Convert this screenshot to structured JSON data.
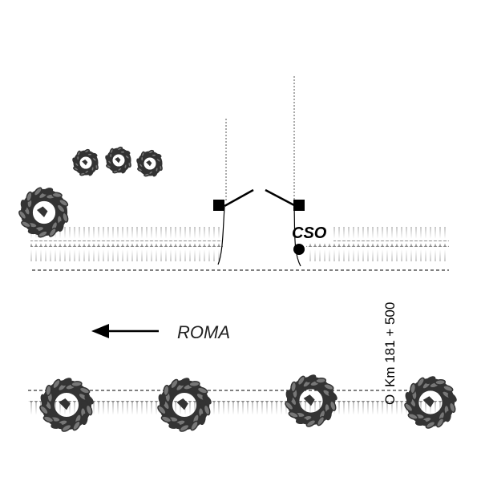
{
  "labels": {
    "cso": "CSO",
    "direction": "ROMA",
    "milestone_marker": "O",
    "milestone": "Km 181 + 500"
  },
  "colors": {
    "ink": "#000000",
    "hedge": "#8a8a8a",
    "tree_dark": "#333333",
    "tree_leaf": "#777777"
  },
  "icons": {
    "gate": "gate-icon",
    "tree": "tree-icon",
    "arrow": "arrow-left-icon",
    "signal": "dot-icon"
  }
}
